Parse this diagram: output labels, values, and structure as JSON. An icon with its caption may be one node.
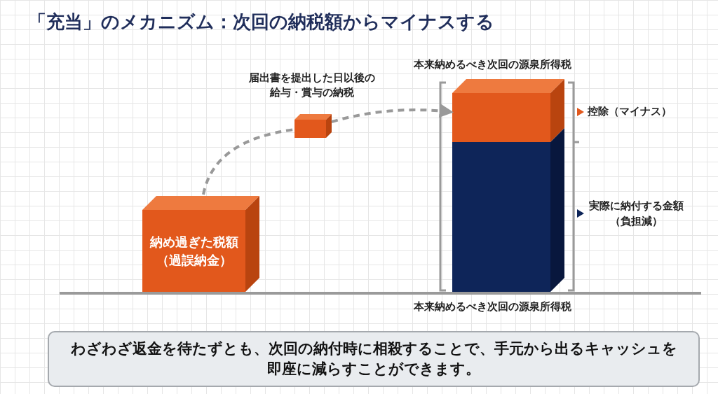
{
  "diagram": {
    "title": "「充当」のメカニズム：次回の納税額からマイナスする",
    "caption": "わざわざ返金を待たずとも、次回の納付時に相殺することで、手元から出るキャッシュを即座に減らすことができます。",
    "nodes": [
      {
        "text": [
          "納め過ぎた税額（過誤納金）"
        ]
      },
      {
        "text": [],
        "shape": "box",
        "beside": [
          "届出書を提出した日以後の給与・賞与の納税"
        ]
      },
      {
        "text": [],
        "shape": "box"
      },
      {
        "text": [],
        "shape": "box"
      }
    ],
    "edges": [
      {
        "from": 0,
        "to": 1,
        "arrow": "none",
        "style": "dashed"
      },
      {
        "from": 1,
        "to": 2,
        "arrow": "to",
        "style": "dashed"
      }
    ],
    "labels": [
      "本来納めるべき次回の源泉所得税",
      "控除（マイナス）",
      "実際に納付する金額（負担減）",
      "本来納めるべき次回の源泉所得税"
    ]
  }
}
